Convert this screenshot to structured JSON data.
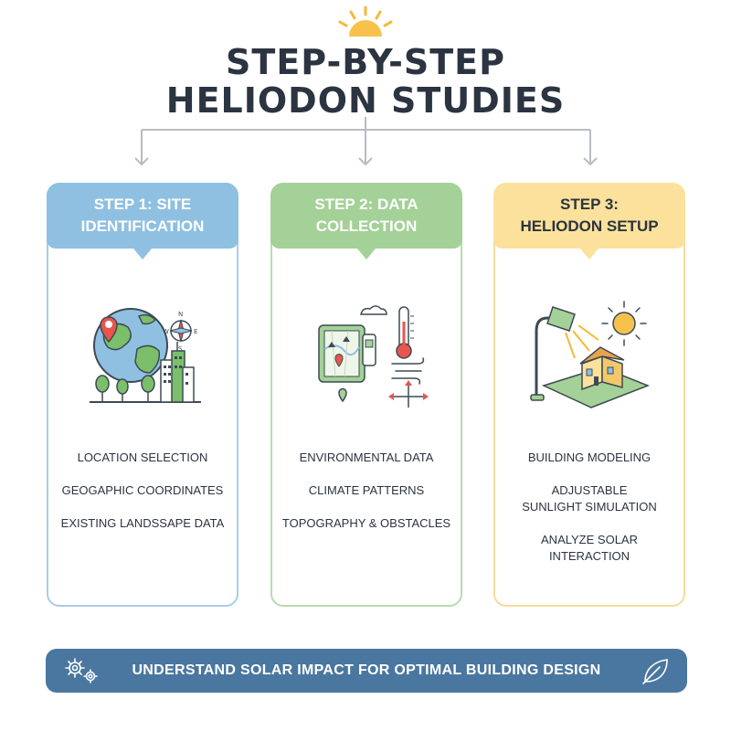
{
  "title": {
    "line1": "STEP-BY-STEP",
    "line2": "HELIODON STUDIES"
  },
  "steps": [
    {
      "title_line1": "STEP 1: SITE",
      "title_line2": "IDENTIFICATION",
      "color": "#8fc0e2",
      "icon": "globe-map-pin-compass-city-icon",
      "items": [
        "LOCATION SELECTION",
        "GEOGAPHIC COORDINATES",
        "EXISTING LANDSSAPE DATA"
      ]
    },
    {
      "title_line1": "STEP 2: DATA",
      "title_line2": "COLLECTION",
      "color": "#a4d197",
      "icon": "tablet-map-thermometer-wind-icon",
      "items": [
        "ENVIRONMENTAL DATA",
        "CLIMATE PATTERNS",
        "TOPOGRAPHY & OBSTACLES"
      ]
    },
    {
      "title_line1": "STEP 3:",
      "title_line2": "HELIODON SETUP",
      "color": "#fbe19b",
      "icon": "lamp-sun-building-icon",
      "items": [
        "BUILDING MODELING",
        "ADJUSTABLE SUNLIGHT SIMULATION",
        "ANALYZE SOLAR INTERACTION"
      ]
    }
  ],
  "banner": {
    "text": "UNDERSTAND SOLAR IMPACT FOR OPTIMAL BUILDING DESIGN",
    "color": "#4a77a0",
    "left_icon": "gears-icon",
    "right_icon": "leaf-icon"
  }
}
